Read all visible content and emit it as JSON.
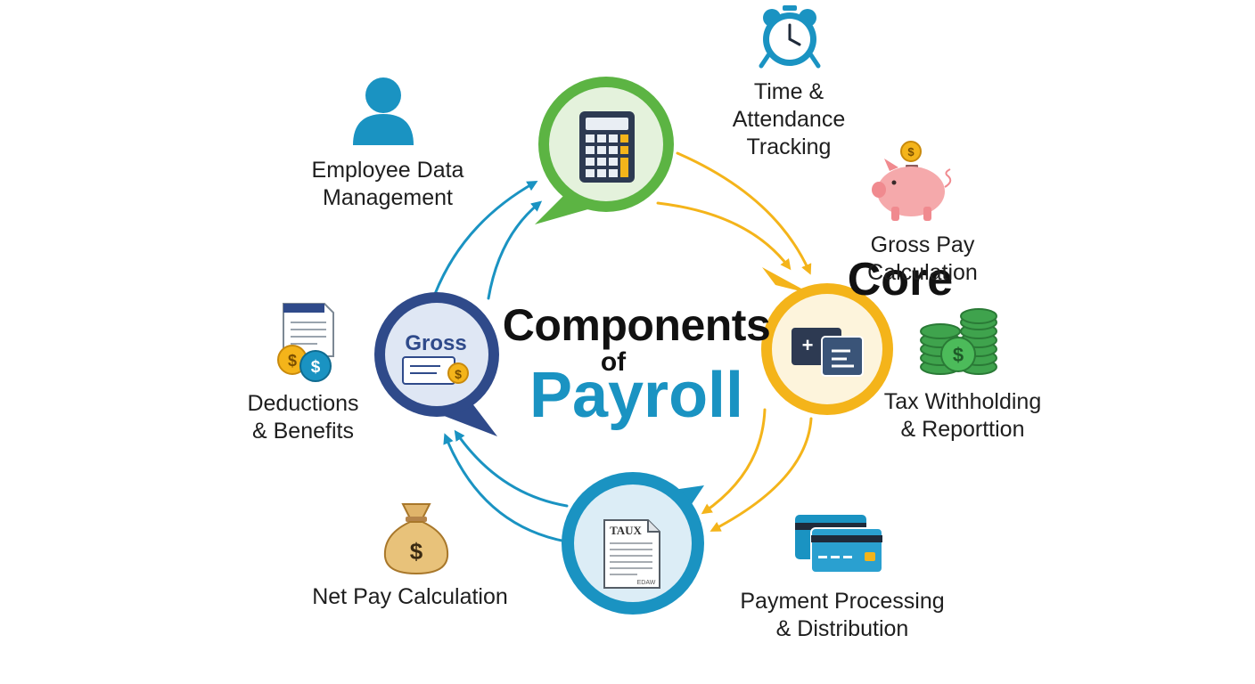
{
  "title": {
    "line1": "Core",
    "line2": "Components",
    "line3": "of",
    "line4": "Payroll"
  },
  "nodes": {
    "calculator_node": {
      "icon": "calculator-icon",
      "color": "#5cb443"
    },
    "gross_node": {
      "icon": "gross-pay-stub-icon",
      "text": "Gross",
      "color": "#2f4a8a"
    },
    "cards_node": {
      "icon": "cards-icon",
      "color": "#f4b41a"
    },
    "tax_node": {
      "icon": "tax-document-icon",
      "text": "TAUX",
      "footer": "EDAW",
      "color": "#1a93c2"
    }
  },
  "components": {
    "time": {
      "line1": "Time &",
      "line2": "Attendance",
      "line3": "Tracking",
      "icon": "alarm-clock-icon"
    },
    "employee": {
      "line1": "Employee Data",
      "line2": "Management",
      "icon": "person-icon"
    },
    "gross": {
      "line1": "Gross Pay",
      "line2": "Calculation",
      "icon": "piggy-bank-icon"
    },
    "deductions": {
      "line1": "Deductions",
      "line2": "& Benefits",
      "icon": "document-coins-icon"
    },
    "tax": {
      "line1": "Tax Withholding",
      "line2": "& Reporttion",
      "icon": "money-stack-icon"
    },
    "netpay": {
      "line1": "Net Pay Calculation",
      "icon": "money-bag-icon"
    },
    "payment": {
      "line1": "Payment Processing",
      "line2": "& Distribution",
      "icon": "credit-cards-icon"
    }
  },
  "colors": {
    "green": "#5cb443",
    "navy": "#2f4a8a",
    "yellow": "#f4b41a",
    "blue": "#1a93c2"
  }
}
